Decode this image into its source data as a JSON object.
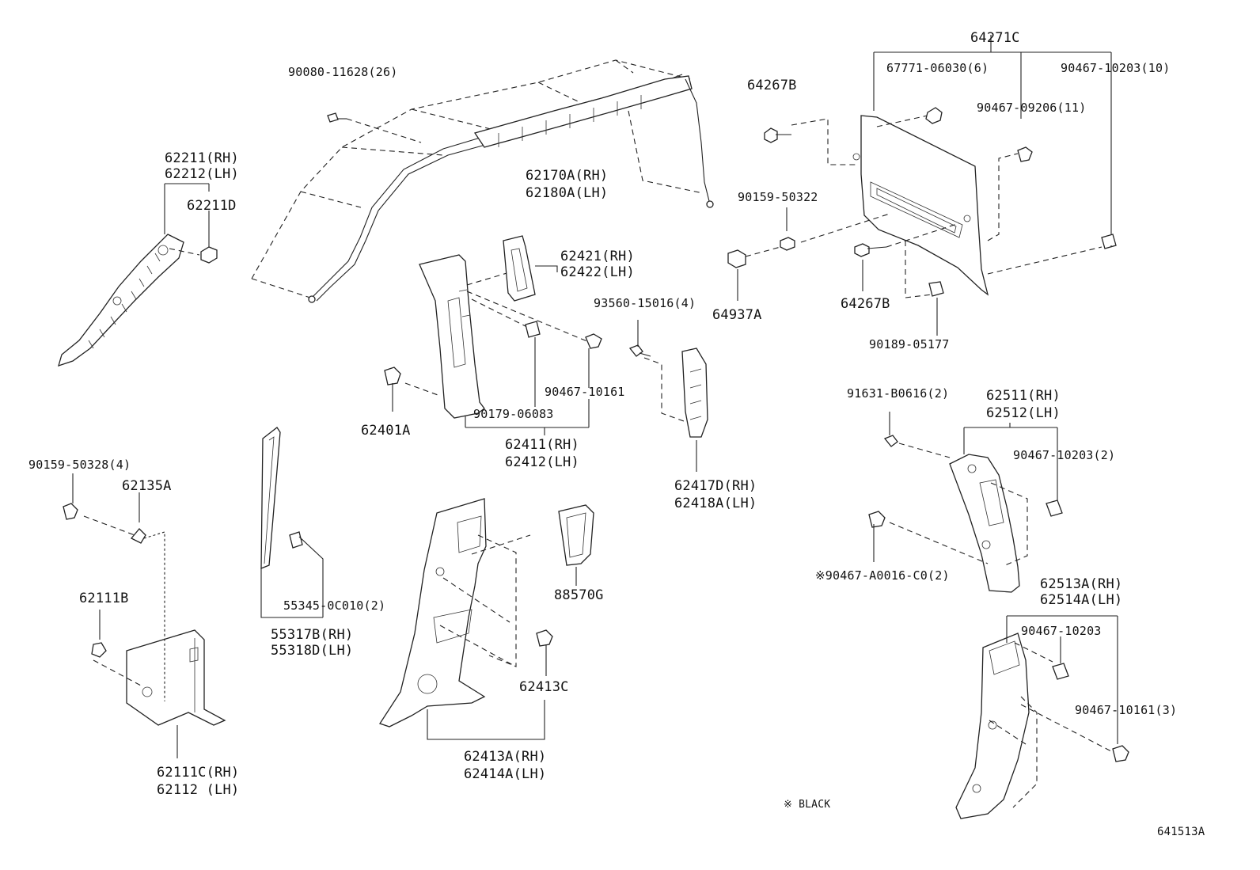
{
  "labels": {
    "p64271C": "64271C",
    "p67771": "67771-06030(6)",
    "p90467_10203_10": "90467-10203(10)",
    "p64267B_top": "64267B",
    "p90467_09206": "90467-09206(11)",
    "p90080": "90080-11628(26)",
    "p62170A": "62170A(RH)",
    "p62180A": "62180A(LH)",
    "p62211": "62211(RH)",
    "p62212": "62212(LH)",
    "p62211D": "62211D",
    "p90159_50322": "90159-50322",
    "p64937A": "64937A",
    "p64267B_bot": "64267B",
    "p90189": "90189-05177",
    "p62421": "62421(RH)",
    "p62422": "62422(LH)",
    "p93560": "93560-15016(4)",
    "p90467_10161": "90467-10161",
    "p90179": "90179-06083",
    "p62401A": "62401A",
    "p62411": "62411(RH)",
    "p62412": "62412(LH)",
    "p62417D": "62417D(RH)",
    "p62418A": "62418A(LH)",
    "p91631": "91631-B0616(2)",
    "p62511": "62511(RH)",
    "p62512": "62512(LH)",
    "p90467_10203_2": "90467-10203(2)",
    "p90159_50328": "90159-50328(4)",
    "p62135A": "62135A",
    "p55345": "55345-0C010(2)",
    "p55317B": "55317B(RH)",
    "p55318D": "55318D(LH)",
    "p88570G": "88570G",
    "p90467_A0016": "※90467-A0016-C0(2)",
    "p62513A": "62513A(RH)",
    "p62514A": "62514A(LH)",
    "p90467_10203": "90467-10203",
    "p62111B": "62111B",
    "p62413C": "62413C",
    "p90467_10161_3": "90467-10161(3)",
    "p62111C": "62111C(RH)",
    "p62112": "62112  (LH)",
    "p62413A": "62413A(RH)",
    "p62414A": "62414A(LH)",
    "note_black": "※ BLACK",
    "diagram_id": "641513A"
  }
}
